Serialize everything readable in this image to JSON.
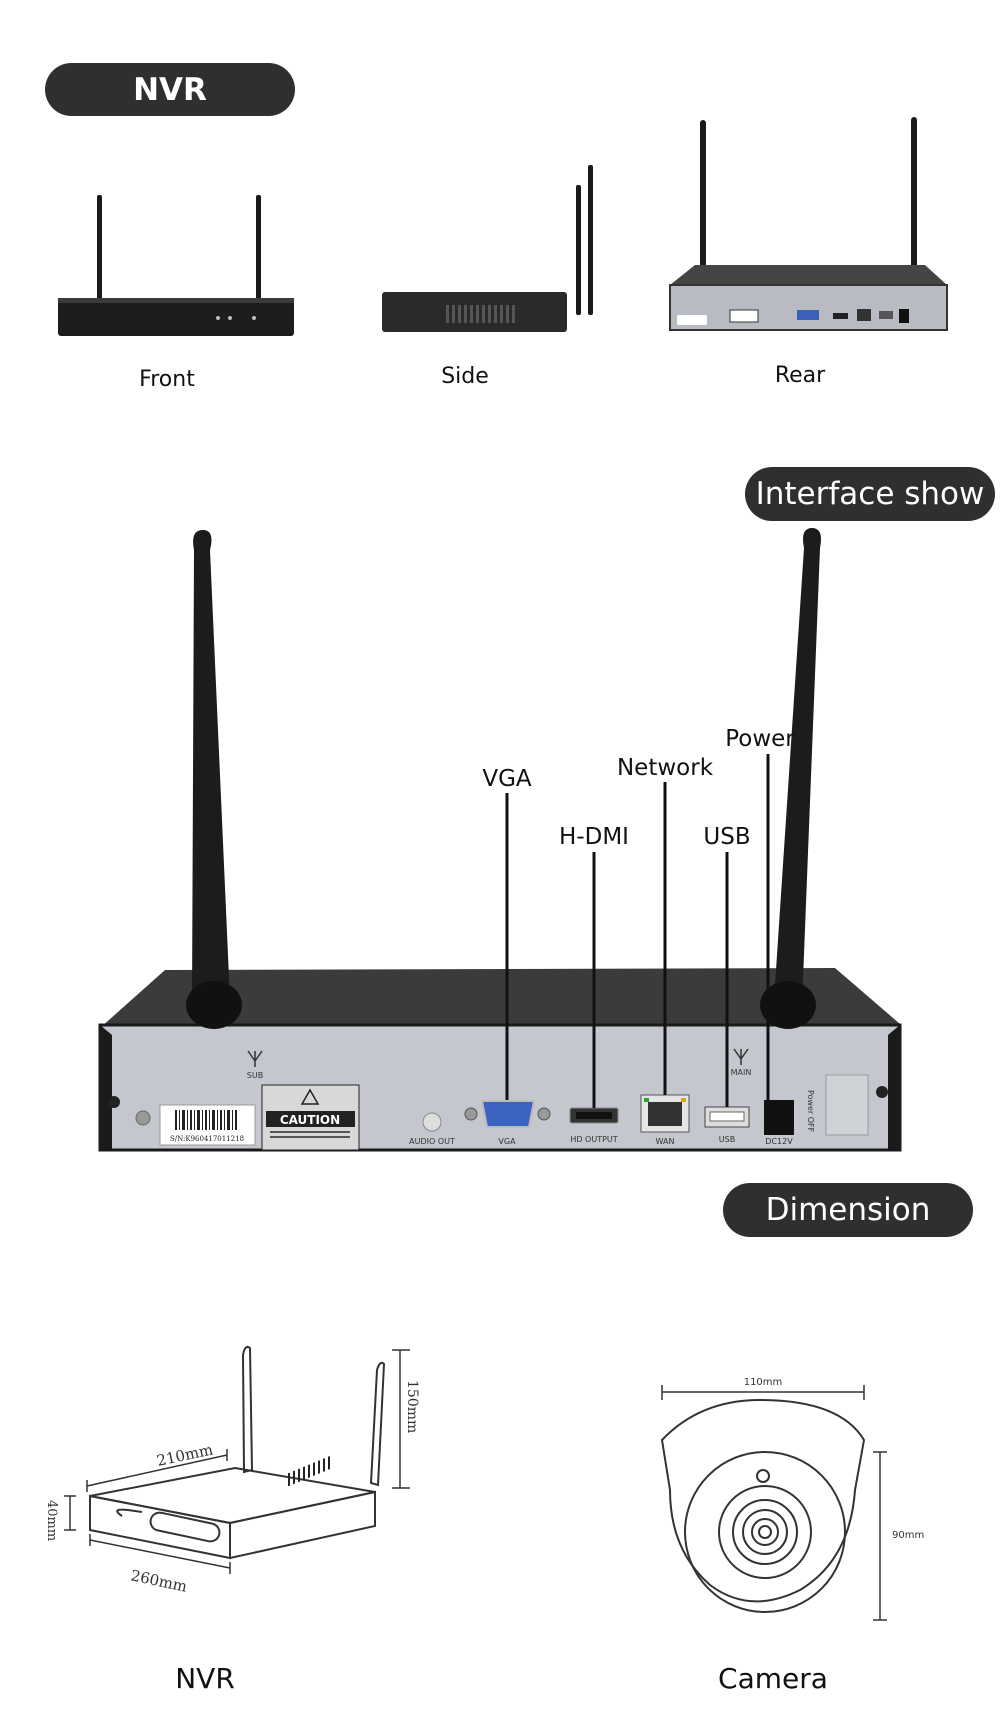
{
  "sections": {
    "nvr_title": "NVR",
    "interface_title": "Interface show",
    "dimension_title": "Dimension"
  },
  "views": {
    "front": "Front",
    "side": "Side",
    "rear": "Rear"
  },
  "interface": {
    "callouts": {
      "vga": "VGA",
      "hdmi": "H-DMI",
      "network": "Network",
      "usb": "USB",
      "power": "Power"
    },
    "panel": {
      "caution": "CAUTION",
      "serial": "S/N:K960417011218",
      "sub": "SUB",
      "main": "MAIN",
      "audio_out": "AUDIO OUT",
      "vga_port": "VGA",
      "hd_output": "HD OUTPUT",
      "wan": "WAN",
      "usb_port": "USB",
      "dc12v": "DC12V",
      "power_off": "Power OFF"
    }
  },
  "dimension": {
    "nvr": {
      "width": "210mm",
      "height": "40mm",
      "depth": "260mm",
      "antenna": "150mm",
      "label": "NVR"
    },
    "camera": {
      "width": "110mm",
      "height": "90mm",
      "label": "Camera"
    }
  }
}
